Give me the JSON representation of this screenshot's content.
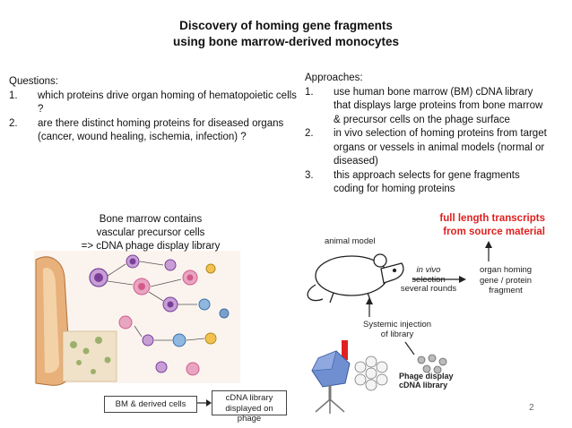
{
  "slide": {
    "title_line1": "Discovery of homing gene fragments",
    "title_line2": "using bone marrow-derived monocytes",
    "questions": {
      "heading": "Questions:",
      "items": [
        {
          "num": "1.",
          "text": "which proteins drive organ homing of hematopoietic cells ?"
        },
        {
          "num": "2.",
          "text": "are there distinct homing proteins for diseased organs (cancer, wound healing, ischemia, infection) ?"
        }
      ]
    },
    "approaches": {
      "heading": "Approaches:",
      "items": [
        {
          "num": "1.",
          "text": "use human bone marrow (BM) cDNA library that displays large proteins from bone marrow & precursor cells on the phage surface"
        },
        {
          "num": "2.",
          "text": "in vivo selection of homing proteins from target organs or vessels in animal models (normal or diseased)"
        },
        {
          "num": "3.",
          "text": "this approach selects for gene fragments coding for homing proteins"
        }
      ]
    },
    "red_note": "full length transcripts from source material",
    "page_number": "2"
  },
  "figure": {
    "bm_title_line1": "Bone marrow contains",
    "bm_title_line2": "vascular precursor cells",
    "bm_title_line3": "=> cDNA phage display library",
    "animal_model": "animal model",
    "in_vivo": "in vivo",
    "selection": "selection",
    "several_rounds": "several rounds",
    "organ_line1": "organ homing",
    "organ_line2": "gene / protein",
    "organ_line3": "fragment",
    "systemic_line1": "Systemic injection",
    "systemic_line2": "of library",
    "phage_line1": "Phage display",
    "phage_line2": "cDNA library",
    "box_bm": "BM & derived cells",
    "box_cdna_line1": "cDNA library",
    "box_cdna_line2": "displayed on phage"
  },
  "colors": {
    "red_note": "#e02020",
    "bone": "#e8b07a",
    "cell_purple": "#7a3f9a",
    "cell_pink": "#d45a8a"
  }
}
